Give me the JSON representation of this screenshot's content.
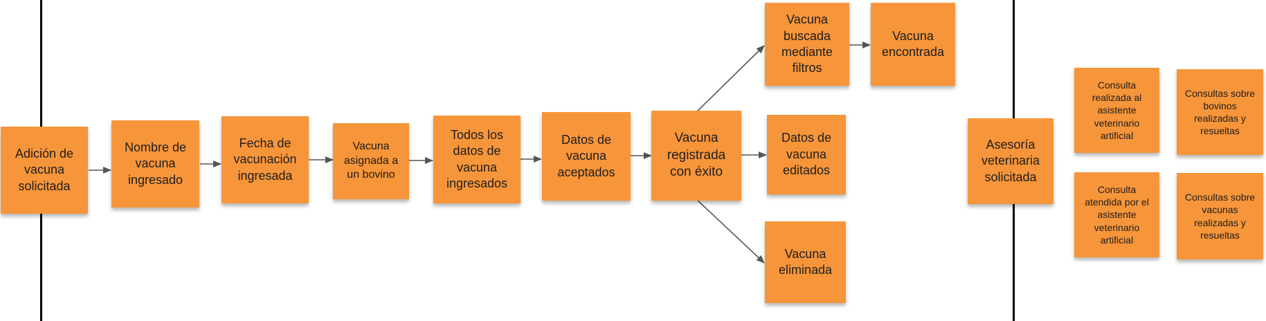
{
  "flow": {
    "n1": "Adición de\nvacuna\nsolicitada",
    "n2": "Nombre de\nvacuna\ningresado",
    "n3": "Fecha de\nvacunación\ningresada",
    "n4": "Vacuna\nasignada a\nun bovino",
    "n5": "Todos los\ndatos de\nvacuna\ningresados",
    "n6": "Datos de\nvacuna\naceptados",
    "n7": "Vacuna\nregistrada\ncon éxito",
    "n8": "Vacuna\nbuscada\nmediante\nfiltros",
    "n9": "Vacuna\nencontrada",
    "n10": "Datos de\nvacuna\neditados",
    "n11": "Vacuna\neliminada"
  },
  "advisory": {
    "main": "Asesoría\nveterinaria\nsolicitada",
    "c1": "Consulta\nrealizada al\nasistente\nveterinario\nartificial",
    "c2": "Consultas sobre\nbovinos\nrealizadas y\nresueltas",
    "c3": "Consulta\natendida por el\nasistente\nveterinario\nartificial",
    "c4": "Consultas sobre\nvacunas\nrealizadas y\nresueltas"
  },
  "colors": {
    "sticky": "#f7953a",
    "arrow": "#555555",
    "divider": "#000000"
  }
}
